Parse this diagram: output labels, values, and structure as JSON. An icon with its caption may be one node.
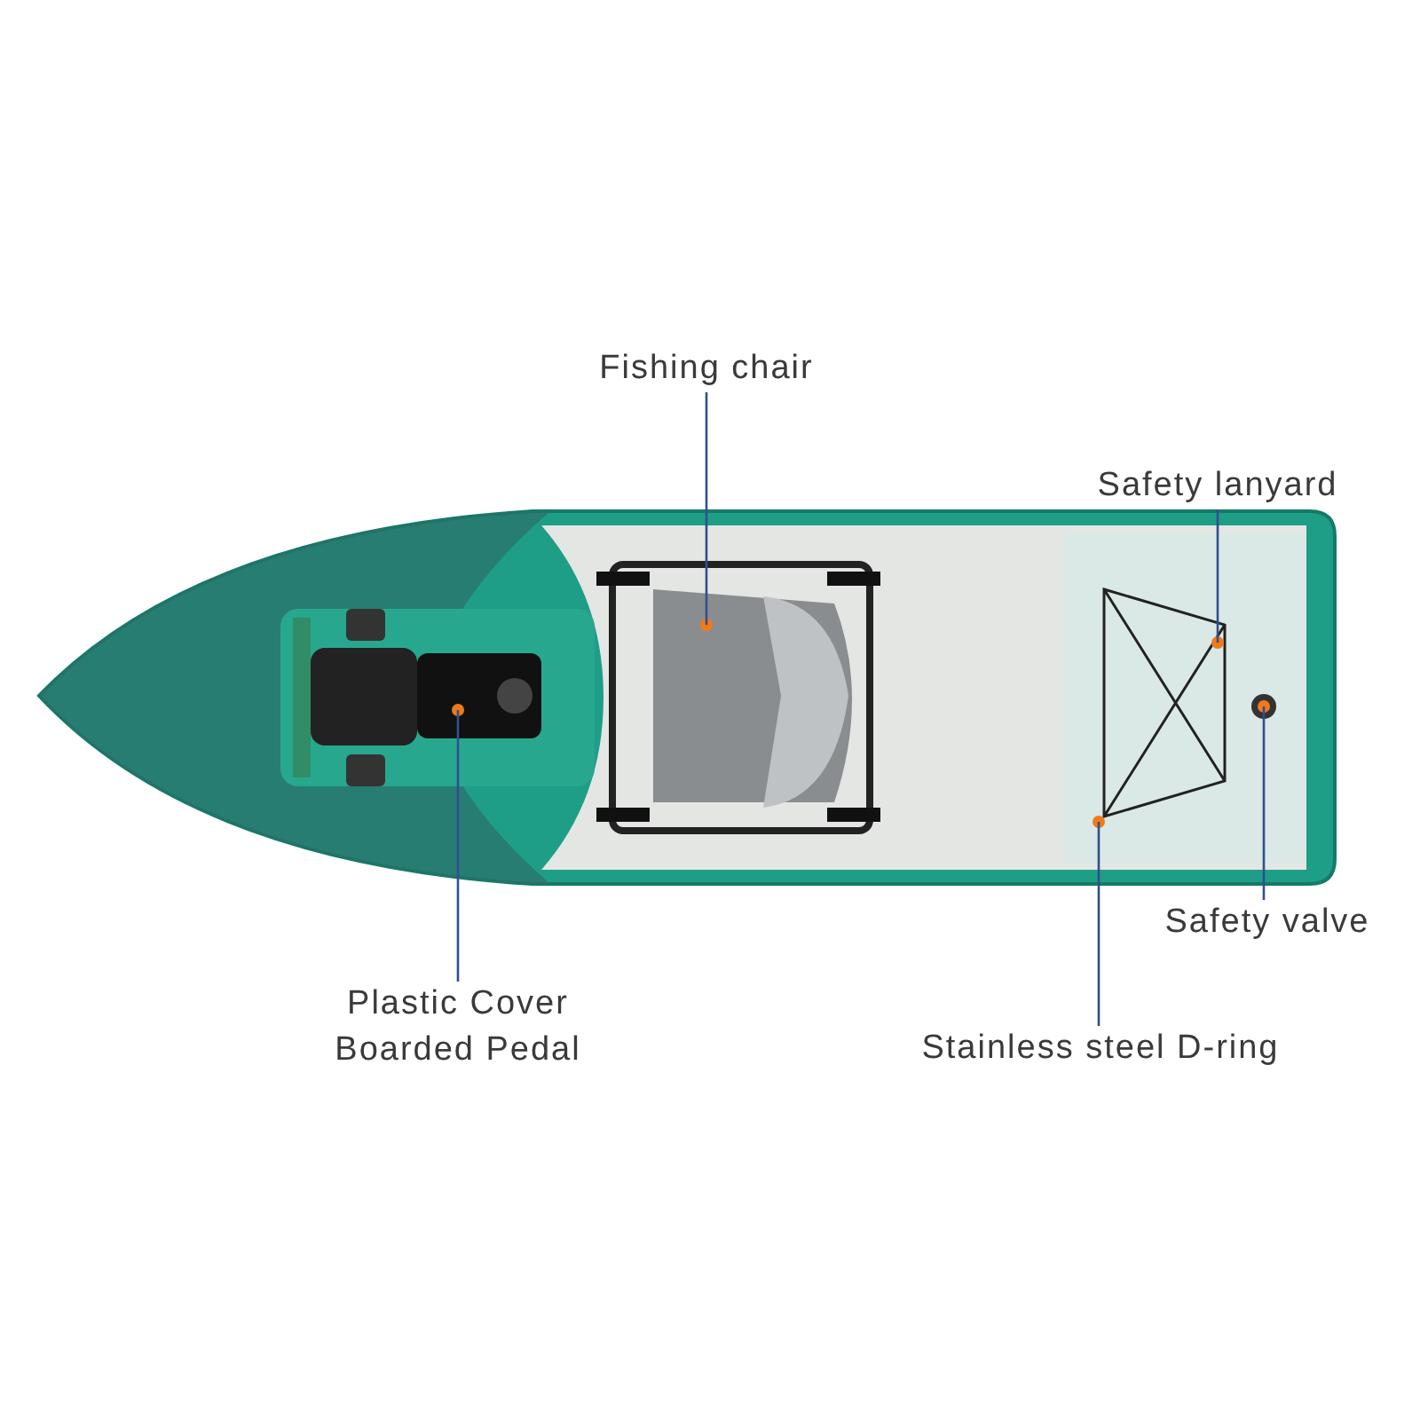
{
  "diagram": {
    "nodes": [
      {
        "text": [
          "Fishing chair"
        ]
      },
      {
        "text": [
          "Safety lanyard"
        ]
      },
      {
        "text": [
          "Safety valve"
        ]
      },
      {
        "text": [
          "Plastic Cover Boarded Pedal"
        ]
      },
      {
        "text": [
          "Stainless steel D-ring"
        ]
      }
    ],
    "edges": [
      {
        "from": 0,
        "to": null,
        "arrow": "none"
      },
      {
        "from": 1,
        "to": null,
        "arrow": "none"
      },
      {
        "from": 2,
        "to": null,
        "arrow": "none"
      },
      {
        "from": 3,
        "to": null,
        "arrow": "none"
      },
      {
        "from": 4,
        "to": null,
        "arrow": "none"
      }
    ]
  }
}
